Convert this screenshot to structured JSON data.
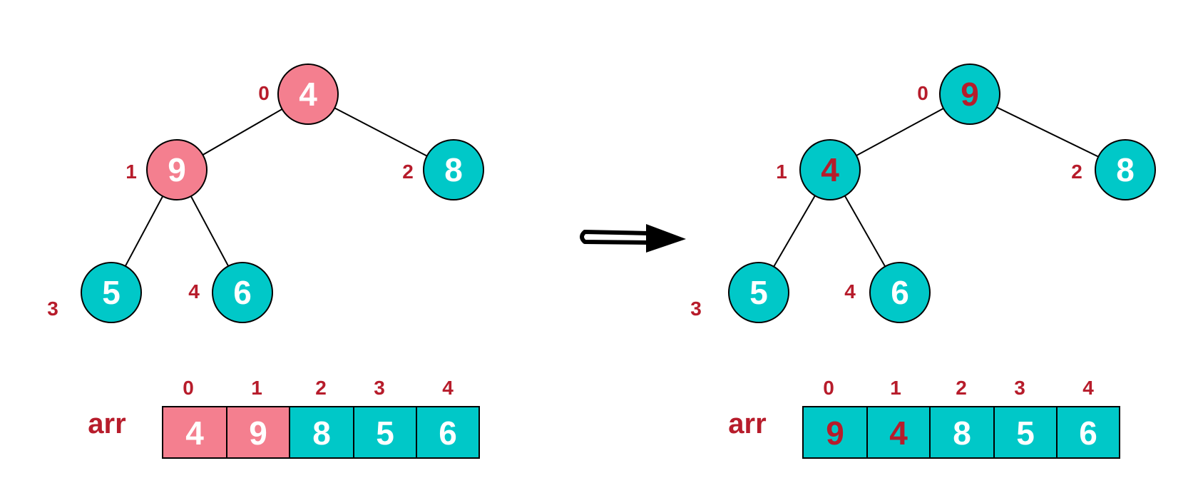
{
  "colors": {
    "highlight_fill": "#f47f8f",
    "normal_fill": "#00c8c8",
    "text_white": "#ffffff",
    "text_red": "#b71c2b",
    "edge": "#000000"
  },
  "arrow_icon": "double-arrow-right-icon",
  "before": {
    "nodes": [
      {
        "index": "0",
        "value": "4",
        "state": "highlight"
      },
      {
        "index": "1",
        "value": "9",
        "state": "highlight"
      },
      {
        "index": "2",
        "value": "8",
        "state": "normal"
      },
      {
        "index": "3",
        "value": "5",
        "state": "normal"
      },
      {
        "index": "4",
        "value": "6",
        "state": "normal"
      }
    ],
    "array": {
      "label": "arr",
      "indices": [
        "0",
        "1",
        "2",
        "3",
        "4"
      ],
      "cells": [
        {
          "value": "4",
          "state": "highlight"
        },
        {
          "value": "9",
          "state": "highlight"
        },
        {
          "value": "8",
          "state": "normal"
        },
        {
          "value": "5",
          "state": "normal"
        },
        {
          "value": "6",
          "state": "normal"
        }
      ]
    }
  },
  "after": {
    "nodes": [
      {
        "index": "0",
        "value": "9",
        "state": "swapped"
      },
      {
        "index": "1",
        "value": "4",
        "state": "swapped"
      },
      {
        "index": "2",
        "value": "8",
        "state": "normal"
      },
      {
        "index": "3",
        "value": "5",
        "state": "normal"
      },
      {
        "index": "4",
        "value": "6",
        "state": "normal"
      }
    ],
    "array": {
      "label": "arr",
      "indices": [
        "0",
        "1",
        "2",
        "3",
        "4"
      ],
      "cells": [
        {
          "value": "9",
          "state": "swapped"
        },
        {
          "value": "4",
          "state": "swapped"
        },
        {
          "value": "8",
          "state": "normal"
        },
        {
          "value": "5",
          "state": "normal"
        },
        {
          "value": "6",
          "state": "normal"
        }
      ]
    }
  }
}
